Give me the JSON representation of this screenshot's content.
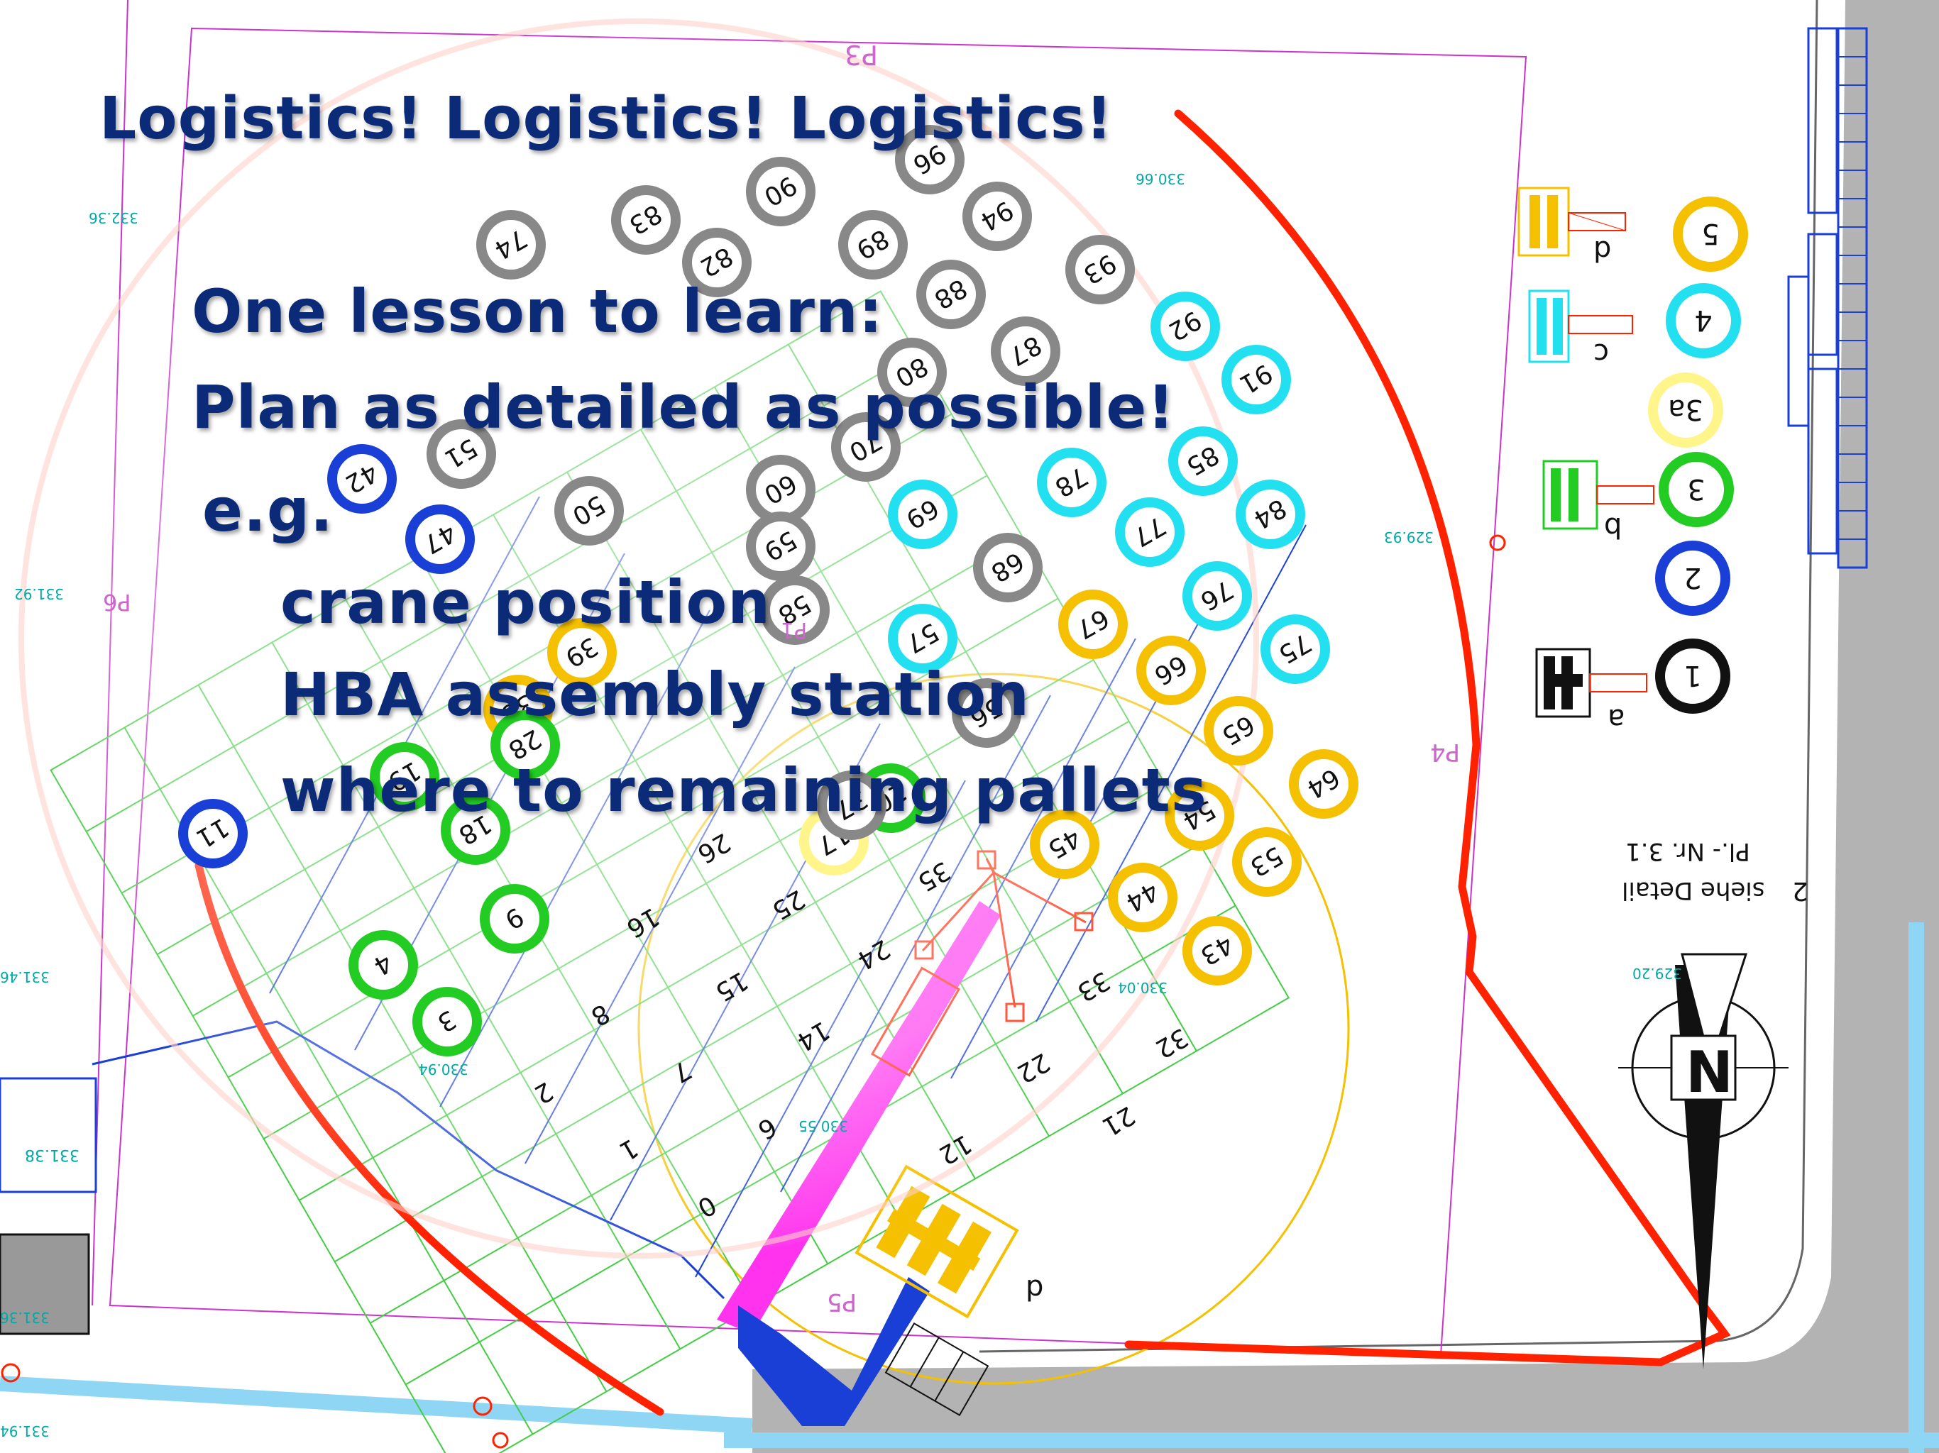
{
  "slide": {
    "title": "Logistics! Logistics! Logistics!",
    "lesson_heading": "One lesson to learn:",
    "lesson_statement": "Plan as detailed as possible!",
    "example_label": "e.g.",
    "examples": [
      "crane position",
      "HBA assembly station",
      "where to remaining pallets"
    ]
  },
  "plan": {
    "compass_label": "N",
    "detail_note_line1": "siehe Detail",
    "detail_note_line2": "Pl.- Nr. 3.1",
    "detail_note_marker": "2",
    "point_labels": [
      "P1",
      "P3",
      "P4",
      "P5",
      "P6"
    ],
    "elevations": [
      "329.93",
      "329.20",
      "330.94",
      "331.38",
      "331.92",
      "331.36",
      "330.55",
      "330.04",
      "332.36",
      "331.46",
      "331.94",
      "330.66"
    ],
    "station_labels": [
      "a",
      "b",
      "c",
      "d",
      "p"
    ],
    "legend_circles": [
      {
        "label": "1",
        "color": "#111111"
      },
      {
        "label": "2",
        "color": "#1a3fd6"
      },
      {
        "label": "3",
        "color": "#22cc22"
      },
      {
        "label": "3a",
        "color": "#fff58a"
      },
      {
        "label": "4",
        "color": "#22e0f0"
      },
      {
        "label": "5",
        "color": "#f5c000"
      }
    ],
    "pallets": [
      {
        "n": "92",
        "color": "#22e0f0"
      },
      {
        "n": "91",
        "color": "#22e0f0"
      },
      {
        "n": "85",
        "color": "#22e0f0"
      },
      {
        "n": "84",
        "color": "#22e0f0"
      },
      {
        "n": "76",
        "color": "#22e0f0"
      },
      {
        "n": "75",
        "color": "#22e0f0"
      },
      {
        "n": "65",
        "color": "#f5c000"
      },
      {
        "n": "64",
        "color": "#f5c000"
      },
      {
        "n": "66",
        "color": "#f5c000"
      },
      {
        "n": "54",
        "color": "#f5c000"
      },
      {
        "n": "53",
        "color": "#f5c000"
      },
      {
        "n": "45",
        "color": "#f5c000"
      },
      {
        "n": "44",
        "color": "#f5c000"
      },
      {
        "n": "43",
        "color": "#f5c000"
      },
      {
        "n": "17",
        "color": "#fff58a"
      },
      {
        "n": "10",
        "color": "#22cc22"
      },
      {
        "n": "9",
        "color": "#22cc22"
      },
      {
        "n": "4",
        "color": "#22cc22"
      },
      {
        "n": "3",
        "color": "#22cc22"
      },
      {
        "n": "11",
        "color": "#1a3fd6"
      },
      {
        "n": "96",
        "color": "#888888"
      },
      {
        "n": "90",
        "color": "#888888"
      },
      {
        "n": "94",
        "color": "#888888"
      },
      {
        "n": "89",
        "color": "#888888"
      },
      {
        "n": "83",
        "color": "#888888"
      },
      {
        "n": "82",
        "color": "#888888"
      },
      {
        "n": "88",
        "color": "#888888"
      },
      {
        "n": "93",
        "color": "#888888"
      },
      {
        "n": "74",
        "color": "#888888"
      },
      {
        "n": "87",
        "color": "#888888"
      },
      {
        "n": "80",
        "color": "#888888"
      },
      {
        "n": "70",
        "color": "#888888"
      },
      {
        "n": "78",
        "color": "#22e0f0"
      },
      {
        "n": "77",
        "color": "#22e0f0"
      },
      {
        "n": "69",
        "color": "#22e0f0"
      },
      {
        "n": "68",
        "color": "#888888"
      },
      {
        "n": "67",
        "color": "#f5c000"
      },
      {
        "n": "60",
        "color": "#888888"
      },
      {
        "n": "59",
        "color": "#888888"
      },
      {
        "n": "58",
        "color": "#888888"
      },
      {
        "n": "57",
        "color": "#22e0f0"
      },
      {
        "n": "56",
        "color": "#888888"
      },
      {
        "n": "51",
        "color": "#888888"
      },
      {
        "n": "50",
        "color": "#888888"
      },
      {
        "n": "47",
        "color": "#1a3fd6"
      },
      {
        "n": "42",
        "color": "#1a3fd6"
      },
      {
        "n": "39",
        "color": "#f5c000"
      },
      {
        "n": "38",
        "color": "#f5c000"
      },
      {
        "n": "37",
        "color": "#888888"
      },
      {
        "n": "28",
        "color": "#22cc22"
      },
      {
        "n": "19",
        "color": "#22cc22"
      },
      {
        "n": "18",
        "color": "#22cc22"
      }
    ],
    "grid_numbers": [
      "35",
      "33",
      "32",
      "26",
      "25",
      "24",
      "22",
      "21",
      "16",
      "15",
      "14",
      "12",
      "8",
      "7",
      "6",
      "2",
      "1",
      "0"
    ]
  },
  "colors": {
    "title_text": "#0b2a78",
    "boundary": "#ff2200",
    "crane": "#ff33ee",
    "crane_base": "#1a3fd6",
    "grid": "#44cc44",
    "road": "#b3b3b3",
    "water": "#8fd6f5"
  }
}
